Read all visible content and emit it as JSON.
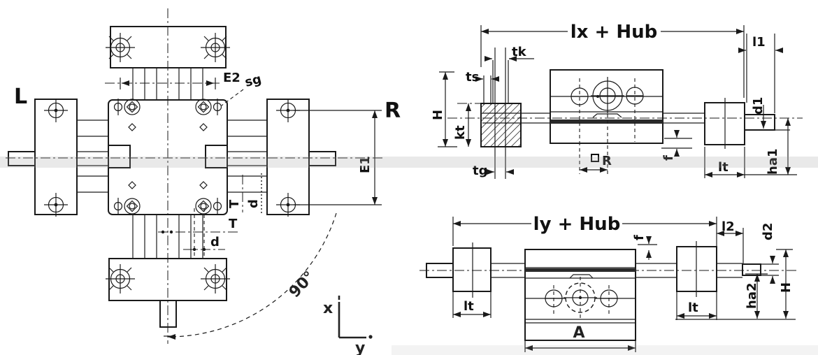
{
  "drawing": {
    "colors": {
      "background": "#ffffff",
      "line": "#1a1a1a"
    },
    "left_view": {
      "label_left_axis": "L",
      "label_right_axis": "R",
      "dim_e2": "E2",
      "label_sg": "sg",
      "dim_e1": "E1",
      "dim_t_bottom": "T",
      "dim_d_bottom": "d",
      "dim_t_right": "T",
      "dim_d_right": "d",
      "angle": "90°",
      "axis_x": "x",
      "axis_y": "y"
    },
    "x_view": {
      "dim_length": "lx + Hub",
      "dim_tk": "tk",
      "dim_ts": "ts",
      "dim_h": "H",
      "dim_kt": "kt",
      "dim_tg": "tg",
      "dim_l1": "l1",
      "dim_d1": "d1",
      "dim_f": "f",
      "dim_square_r": "R",
      "dim_lt": "lt",
      "dim_ha1": "ha1"
    },
    "y_view": {
      "dim_length": "ly + Hub",
      "dim_f": "f",
      "dim_l2": "l2",
      "dim_d2": "d2",
      "dim_lt_left": "lt",
      "dim_lt_right": "lt",
      "dim_ha2": "ha2",
      "dim_h": "H",
      "dim_a": "A"
    }
  }
}
